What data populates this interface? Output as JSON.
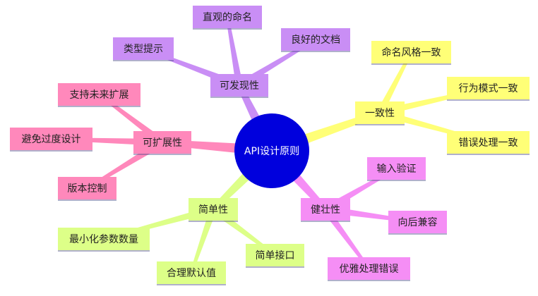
{
  "center": {
    "label": "API设计原则",
    "color": "#0000dd"
  },
  "branches": [
    {
      "key": "discover",
      "label": "可发现性",
      "color": "#c98ef5",
      "children": [
        {
          "label": "类型提示"
        },
        {
          "label": "直观的命名"
        },
        {
          "label": "良好的文档"
        }
      ]
    },
    {
      "key": "consistency",
      "label": "一致性",
      "color": "#ffff77",
      "children": [
        {
          "label": "命名风格一致"
        },
        {
          "label": "行为模式一致"
        },
        {
          "label": "错误处理一致"
        }
      ]
    },
    {
      "key": "robust",
      "label": "健壮性",
      "color": "#f58ef5",
      "children": [
        {
          "label": "输入验证"
        },
        {
          "label": "向后兼容"
        },
        {
          "label": "优雅处理错误"
        }
      ]
    },
    {
      "key": "simple",
      "label": "简单性",
      "color": "#ddff88",
      "children": [
        {
          "label": "最小化参数数量"
        },
        {
          "label": "合理默认值"
        },
        {
          "label": "简单接口"
        }
      ]
    },
    {
      "key": "extend",
      "label": "可扩展性",
      "color": "#ff88bb",
      "children": [
        {
          "label": "支持未来扩展"
        },
        {
          "label": "避免过度设计"
        },
        {
          "label": "版本控制"
        }
      ]
    }
  ]
}
